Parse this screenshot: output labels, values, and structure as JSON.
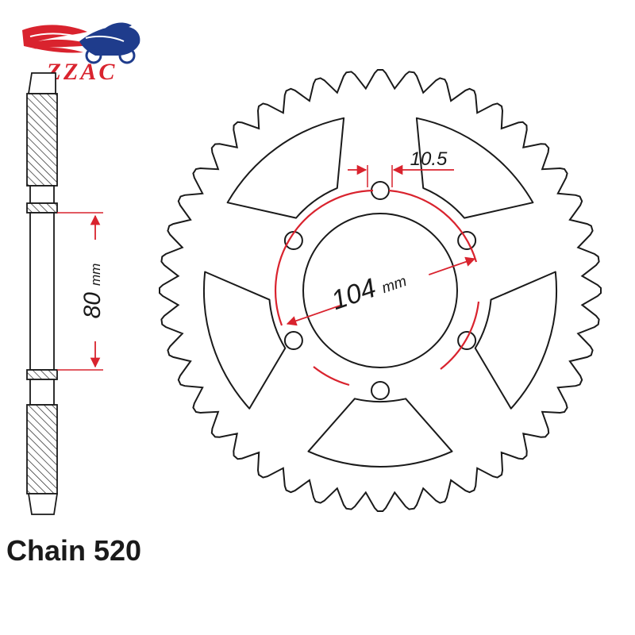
{
  "brand": {
    "name": "ZZAC",
    "logo_icon": "motorcycle-rider-icon"
  },
  "sprocket": {
    "tooth_count": 44,
    "bolt_hole_count": 6
  },
  "dimensions": {
    "hole_diameter_label": "10.5",
    "pcd_value": "104",
    "pcd_unit": "mm",
    "center_bore_value": "80",
    "center_bore_unit": "mm"
  },
  "caption": "Chain 520",
  "colors": {
    "line": "#1a1a1a",
    "dimension": "#d9232e",
    "logo_red": "#d9232e",
    "logo_blue": "#1f3c8c"
  }
}
